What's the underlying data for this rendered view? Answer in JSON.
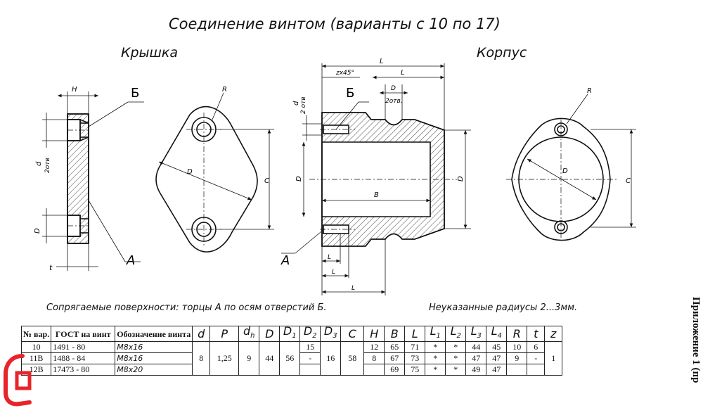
{
  "title": "Соединение винтом (варианты с 10 по 17)",
  "part_left": "Крышка",
  "part_right": "Корпус",
  "note_left": "Сопрягаемые поверхности: торцы А по осям отверстий Б.",
  "note_right": "Неуказанные радиусы 2...3мм.",
  "side_text": "Приложение 1 (пр",
  "colors": {
    "line": "#111111",
    "hatch": "#333333",
    "logo": "#e8242b"
  },
  "labels": {
    "A": "А",
    "B": "Б",
    "H": "H",
    "R": "R",
    "t": "t",
    "dh": "d",
    "dh_sub": "h",
    "two_holes": "2отв",
    "D1": "D",
    "D1_sub": "1",
    "D2": "D",
    "D2_sub": "2",
    "C": "C",
    "L": "L",
    "zx45": "zx45°",
    "L4": "L",
    "L4_sub": "4",
    "d": "d",
    "D3": "D",
    "D3_sub": "3",
    "D": "D",
    "B_len": "B",
    "L1": "L",
    "L1_sub": "1",
    "L2": "L",
    "L2_sub": "2",
    "L3": "L",
    "L3_sub": "3",
    "two_holes_dot": "2отв.",
    "two_holes_sp": "2 отв"
  },
  "table": {
    "headers": {
      "num": "№ вар.",
      "gost": "ГОСТ на винт",
      "designation": "Обозначение винта",
      "symbols": [
        {
          "t": "d",
          "s": ""
        },
        {
          "t": "P",
          "s": ""
        },
        {
          "t": "d",
          "s": "h"
        },
        {
          "t": "D",
          "s": ""
        },
        {
          "t": "D",
          "s": "1"
        },
        {
          "t": "D",
          "s": "2"
        },
        {
          "t": "D",
          "s": "3"
        },
        {
          "t": "C",
          "s": ""
        },
        {
          "t": "H",
          "s": ""
        },
        {
          "t": "B",
          "s": ""
        },
        {
          "t": "L",
          "s": ""
        },
        {
          "t": "L",
          "s": "1"
        },
        {
          "t": "L",
          "s": "2"
        },
        {
          "t": "L",
          "s": "3"
        },
        {
          "t": "L",
          "s": "4"
        },
        {
          "t": "R",
          "s": ""
        },
        {
          "t": "t",
          "s": ""
        },
        {
          "t": "z",
          "s": ""
        }
      ]
    },
    "rows": [
      {
        "num": "10",
        "gost": "1491 - 80",
        "des": "M8x16",
        "D2": "15",
        "H": "12",
        "B": "65",
        "L": "71",
        "L1": "*",
        "L2": "*",
        "L3": "44",
        "L4": "45",
        "R": "10",
        "t": "6"
      },
      {
        "num": "11B",
        "gost": "1488 - 84",
        "des": "M8x16",
        "D2": "-",
        "H": "8",
        "B": "67",
        "L": "73",
        "L1": "*",
        "L2": "*",
        "L3": "47",
        "L4": "47",
        "R": "9",
        "t": "-"
      },
      {
        "num": "12B",
        "gost": "17473 - 80",
        "des": "M8x20",
        "D2": "",
        "H": "",
        "B": "69",
        "L": "75",
        "L1": "*",
        "L2": "*",
        "L3": "49",
        "L4": "47",
        "R": "",
        "t": ""
      }
    ],
    "shared": {
      "d": "8",
      "P": "1,25",
      "dh": "9",
      "D": "44",
      "D1": "56",
      "D3": "16",
      "C": "58",
      "z": "1"
    }
  }
}
